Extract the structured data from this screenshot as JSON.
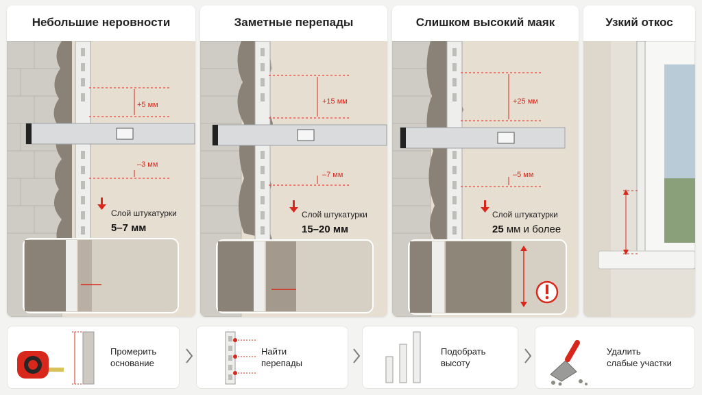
{
  "panels": [
    {
      "title": "Небольшие неровности",
      "dev_plus": "+5 мм",
      "dev_minus": "–3 мм",
      "layer_label": "Слой штукатурки",
      "layer_value": "5–7 мм",
      "layer_value_tail": ""
    },
    {
      "title": "Заметные перепады",
      "dev_plus": "+15 мм",
      "dev_minus": "–7 мм",
      "layer_label": "Слой штукатурки",
      "layer_value": "15–20 мм",
      "layer_value_tail": ""
    },
    {
      "title": "Слишком высокий маяк",
      "dev_plus": "+25 мм",
      "dev_minus": "–5 мм",
      "layer_label": "Слой штукатурки",
      "layer_value": "25",
      "layer_value_tail": " мм и более"
    },
    {
      "title": "Узкий откос"
    }
  ],
  "steps": [
    {
      "line1": "Промерить",
      "line2": "основание"
    },
    {
      "line1": "Найти",
      "line2": "перепады"
    },
    {
      "line1": "Подобрать",
      "line2": "высоту"
    },
    {
      "line1": "Удалить",
      "line2": "слабые участки"
    }
  ],
  "colors": {
    "accent": "#d8281c",
    "plaster_dark": "#8a8276",
    "wall_light": "#e7ded2",
    "block": "#cfccc6"
  },
  "icons": {
    "step1": "tape-measure-icon",
    "step2": "rail-with-points-icon",
    "step3": "rails-height-icon",
    "step4": "trowel-icon",
    "warning": "exclamation-icon",
    "separator": "chevron-right-icon"
  }
}
